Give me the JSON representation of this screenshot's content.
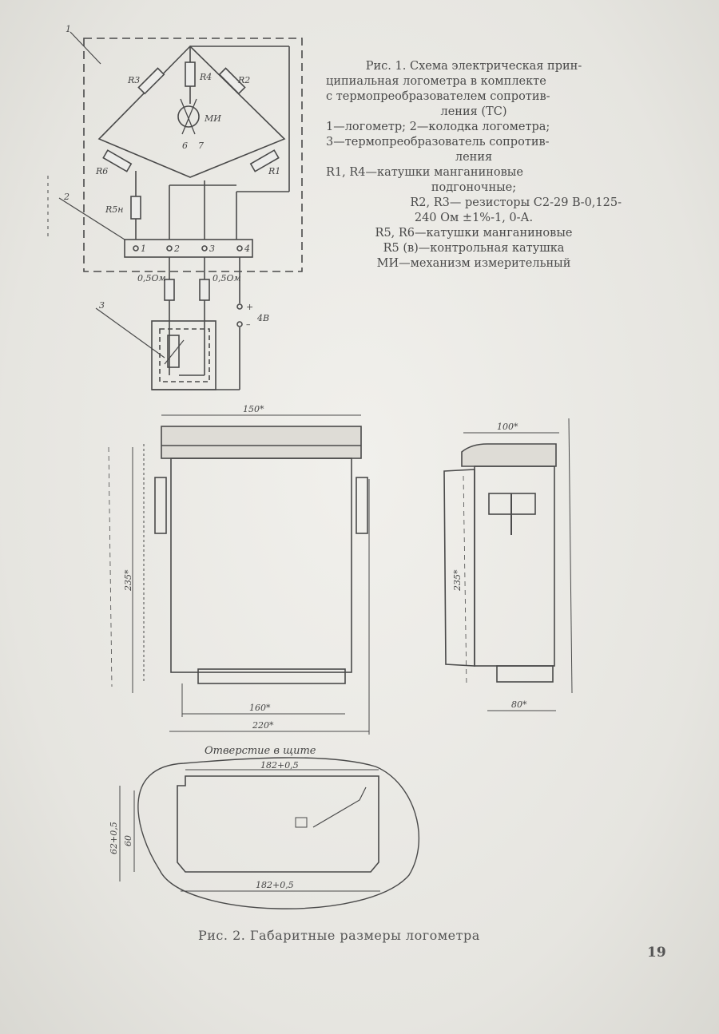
{
  "fig1_caption": {
    "title_lines": [
      "Рис. 1. Схема электрическая прин-",
      "ципиальная логометра в комплекте",
      "с термопреобразователем сопротив-",
      "ления (ТС)"
    ],
    "legend_lines": [
      "1—логометр; 2—колодка логометра;",
      "3—термопреобразователь сопротив-",
      "ления",
      "R1, R4—катушки манганиновые",
      "подгоночные;",
      "R2, R3— резисторы С2-29 В-0,125-",
      "240 Ом ±1%-1, 0-А.",
      "R5, R6—катушки манганиновые",
      "R5 (в)—контрольная катушка",
      "МИ—механизм измерительный"
    ]
  },
  "schematic": {
    "block_labels": [
      "1",
      "2",
      "3"
    ],
    "resistors": [
      "R3",
      "R4",
      "R2",
      "R6",
      "R1",
      "R5н"
    ],
    "meter": "МИ",
    "meter_pins": [
      "6",
      "7"
    ],
    "terminals": [
      "1",
      "2",
      "3",
      "4"
    ],
    "line_resistors": [
      "0,5Ом",
      "0,5Ом"
    ],
    "supply_terminals": [
      "+",
      "–"
    ],
    "supply_label": "4В"
  },
  "fig2": {
    "front_dims": [
      "150*",
      "235*",
      "160*",
      "220*"
    ],
    "side_dims": [
      "100*",
      "235*",
      "80*"
    ],
    "cutout_title": "Отверстие в щите",
    "cutout_dims": [
      "182+0,5",
      "182+0,5",
      "62+0,5",
      "60"
    ],
    "caption": "Рис. 2. Габаритные размеры логометра"
  },
  "page_number": "19",
  "colors": {
    "ink": "#3a3a3a",
    "paper": "#eceae5"
  }
}
